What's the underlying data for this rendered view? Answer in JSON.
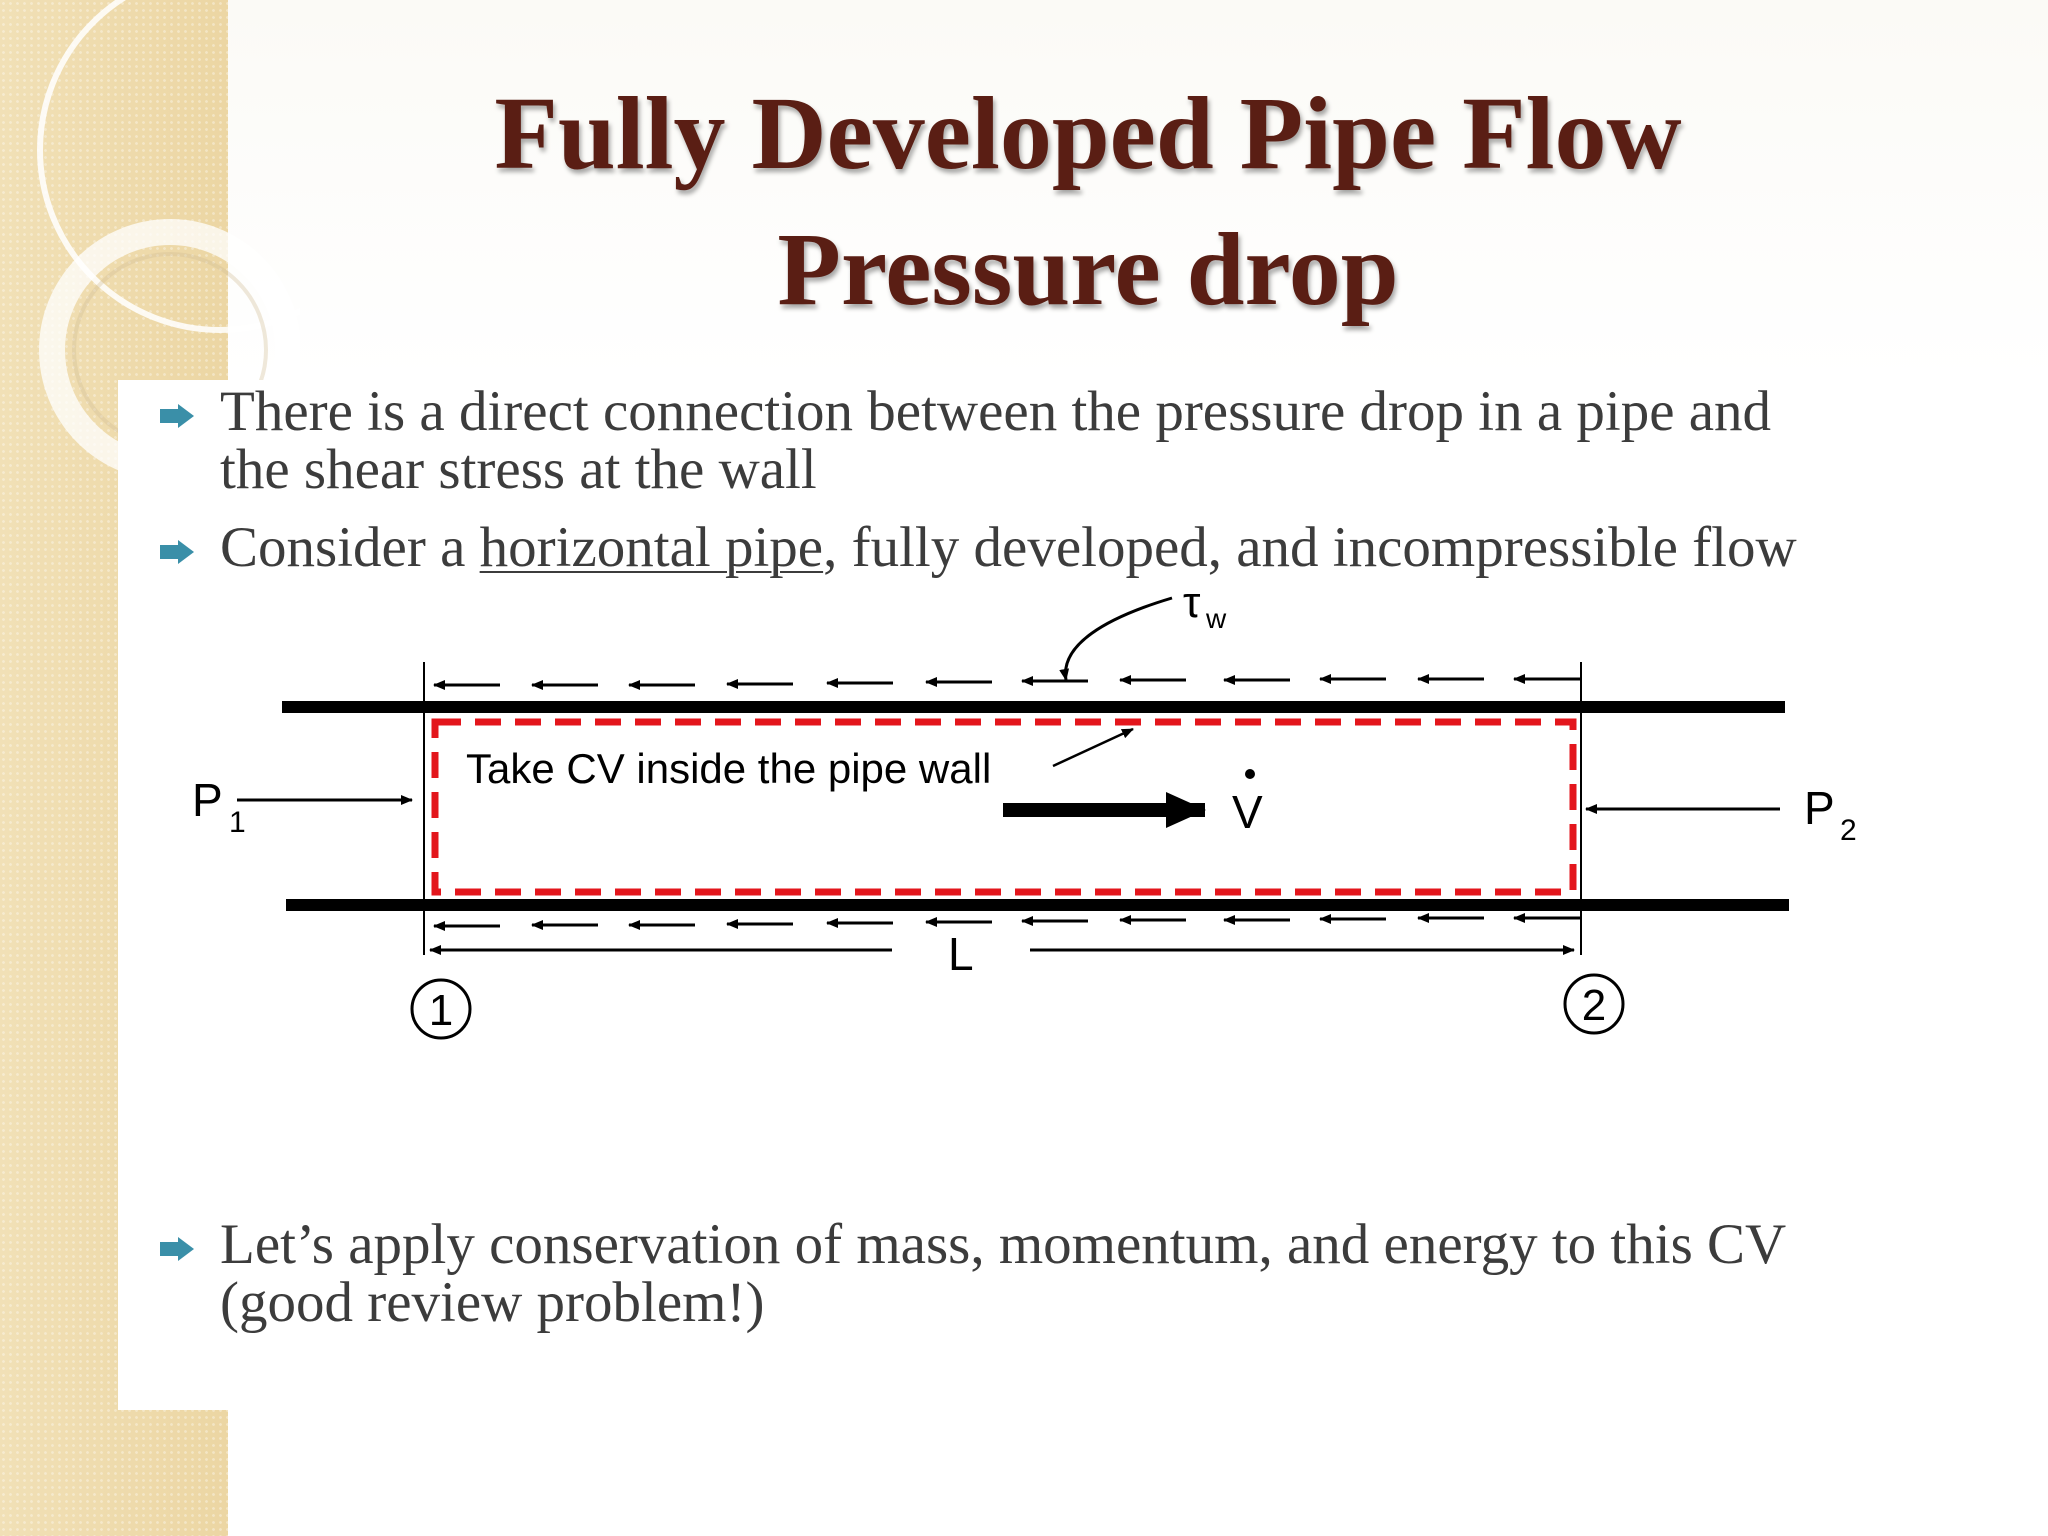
{
  "colors": {
    "title": "#5a1e14",
    "body_text": "#3c3c3c",
    "bullet_marker": "#3a8fa8",
    "cv_dash": "#e3161c",
    "side_strip": "#efdcae"
  },
  "slide": {
    "title_line1": "Fully Developed Pipe Flow",
    "title_line2": "Pressure drop",
    "bullets": [
      {
        "line1": "There is a direct connection between the pressure drop in a pipe and",
        "line2": "the shear stress at the wall"
      },
      {
        "prefix": "Consider a ",
        "underlined": "horizontal pipe",
        "suffix": ", fully developed, and incompressible flow"
      },
      {
        "line1": "Let’s apply conservation of mass, momentum, and energy to this CV",
        "line2": "(good review problem!)"
      }
    ],
    "bullet_icon": "arrow-bullet-icon"
  },
  "diagram": {
    "shear_label": "τ",
    "shear_subscript": "w",
    "cv_label": "Take CV inside the pipe wall",
    "flow_label": "V",
    "p1_label": "P",
    "p1_subscript": "1",
    "p2_label": "P",
    "p2_subscript": "2",
    "length_label": "L",
    "station1": "1",
    "station2": "2"
  }
}
